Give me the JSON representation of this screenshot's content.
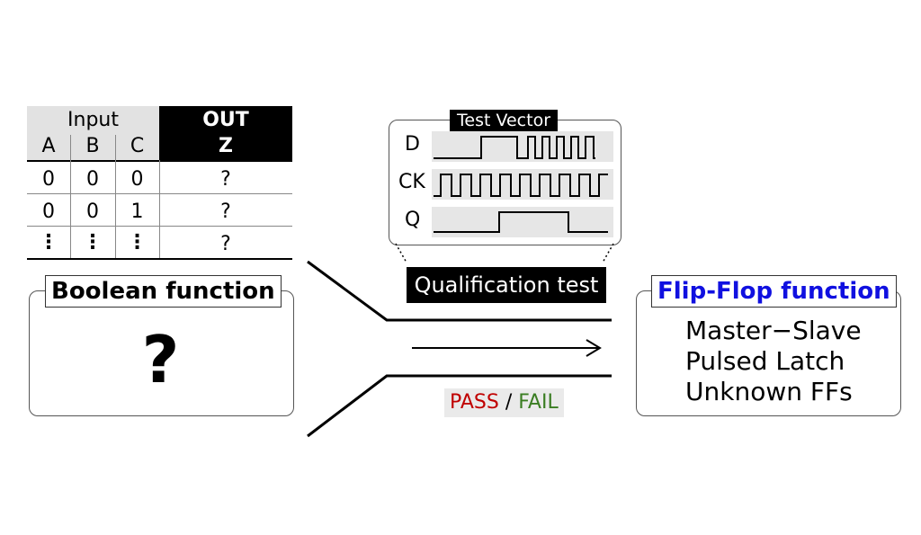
{
  "truth_table": {
    "input_header": "Input",
    "output_header": "OUT",
    "columns": [
      "A",
      "B",
      "C"
    ],
    "output_column": "Z",
    "rows": [
      {
        "a": "0",
        "b": "0",
        "c": "0",
        "z": "?"
      },
      {
        "a": "0",
        "b": "0",
        "c": "1",
        "z": "?"
      },
      {
        "a": "⋮",
        "b": "⋮",
        "c": "⋮",
        "z": "?"
      }
    ]
  },
  "boolean_box": {
    "title": "Boolean function",
    "content": "?"
  },
  "test_vector": {
    "title": "Test Vector",
    "signals": [
      "D",
      "CK",
      "Q"
    ]
  },
  "qualification_label": "Qualification test",
  "result": {
    "pass": "PASS",
    "separator": "/",
    "fail": "FAIL",
    "pass_color": "#c00000",
    "fail_color": "#3a7d22"
  },
  "flipflop_box": {
    "title": "Flip-Flop function",
    "title_color": "#1010e0",
    "items": [
      "Master−Slave",
      "Pulsed Latch",
      "Unknown FFs"
    ]
  }
}
